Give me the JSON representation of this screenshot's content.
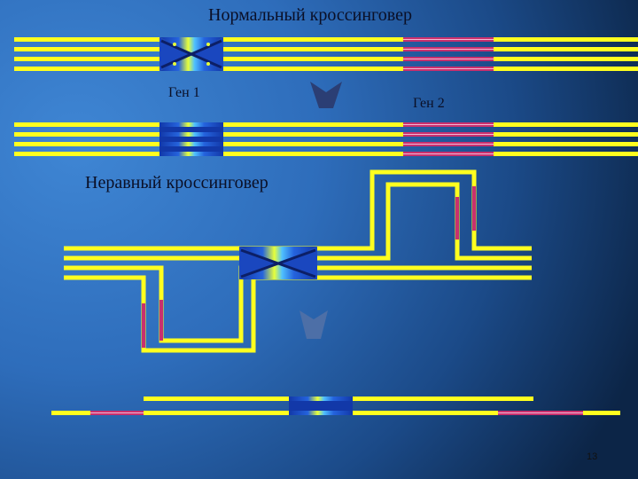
{
  "titles": {
    "normal_crossover": "Нормальный кроссинговер",
    "unequal_crossover": "Неравный кроссинговер"
  },
  "labels": {
    "gene1": "Ген 1",
    "gene2": "Ген 2"
  },
  "slide_number": "13",
  "colors": {
    "chromatid": "#ffff1f",
    "gene1_block": "#1238a8",
    "gene1_highlight": "#e7ff3a",
    "gene2_band": "#c9306e",
    "gene2_line": "#f2b9d6",
    "arrow": "#2b3e74",
    "arrow_faded": "#4d6fa7",
    "text": "#0a0f26"
  }
}
